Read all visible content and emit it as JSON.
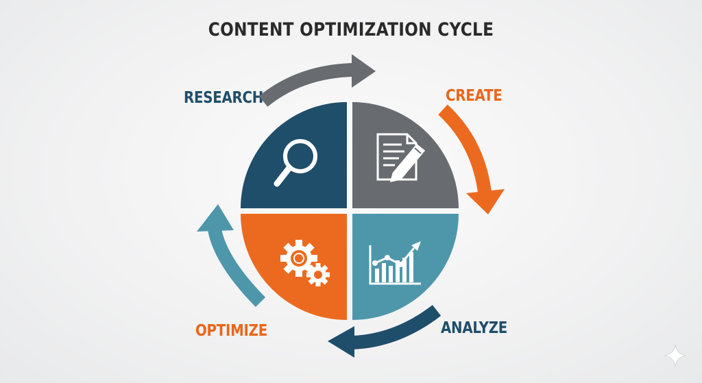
{
  "title": "CONTENT OPTIMIZATION CYCLE",
  "colors": {
    "research": "#1f4e6b",
    "create": "#686b6f",
    "analyze": "#4e97ab",
    "optimize": "#ec6a1f",
    "create_label": "#e8671c",
    "optimize_label": "#e8671c",
    "research_label": "#1f4e6b",
    "analyze_label": "#1f4e6b",
    "background": "#f1f1f2"
  },
  "stages": [
    {
      "label": "RESEARCH",
      "icon": "magnifying-glass-icon"
    },
    {
      "label": "CREATE",
      "icon": "document-pencil-icon"
    },
    {
      "label": "ANALYZE",
      "icon": "bar-chart-trend-icon"
    },
    {
      "label": "OPTIMIZE",
      "icon": "gears-icon"
    }
  ]
}
